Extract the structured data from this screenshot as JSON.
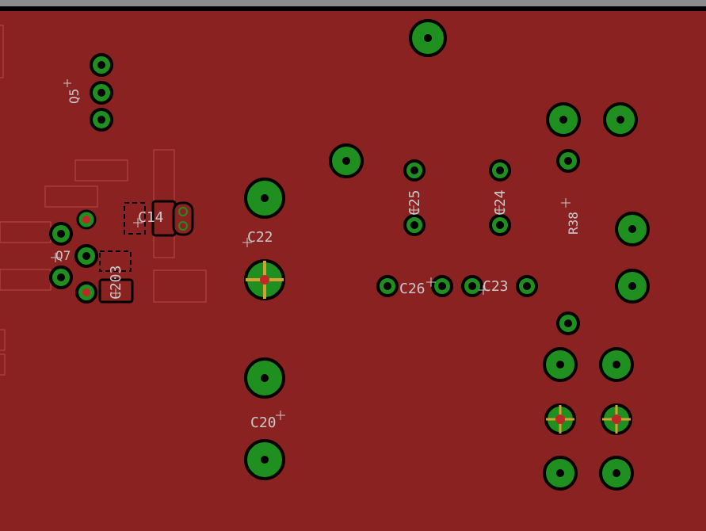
{
  "pcb": {
    "colors": {
      "board": "#8b2222",
      "pad": "#1f8f1f",
      "pad_outline": "#000000",
      "drill": "#000000",
      "silk_text": "#c9c9c9",
      "toolbar": "#8c8c8c"
    },
    "labels": {
      "q5": "Q5",
      "q7": "Q7",
      "c14": "C14",
      "c203": "C203",
      "c22": "C22",
      "c20": "C20",
      "c25": "C25",
      "c24": "C24",
      "c26": "C26",
      "c23": "C23",
      "r38": "R38"
    }
  }
}
